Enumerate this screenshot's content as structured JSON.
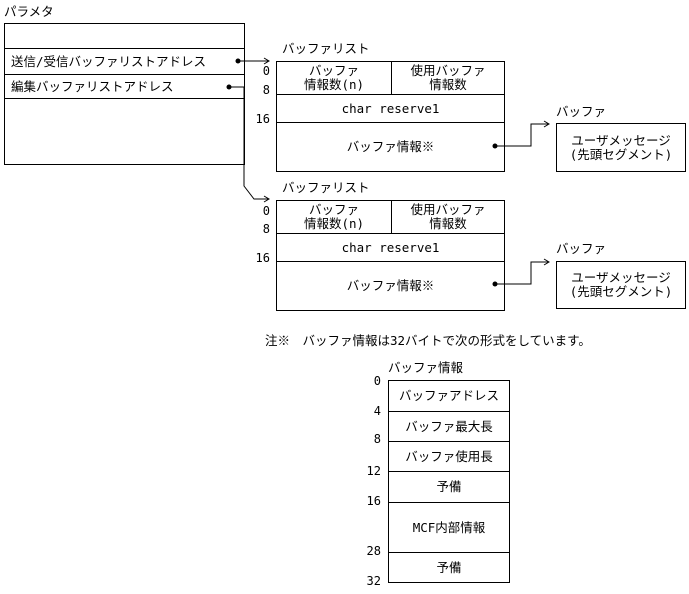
{
  "params": {
    "title": "パラメタ",
    "send_recv_address": "送信/受信バッファリストアドレス",
    "edit_address": "編集バッファリストアドレス"
  },
  "buffer_lists": [
    {
      "title": "バッファリスト",
      "offsets": [
        "0",
        "8",
        "16"
      ],
      "buffer_count_l1": "バッファ",
      "buffer_count_l2": "情報数(n)",
      "used_count_l1": "使用バッファ",
      "used_count_l2": "情報数",
      "reserve": "char reserve1",
      "buffer_info": "バッファ情報※"
    },
    {
      "title": "バッファリスト",
      "offsets": [
        "0",
        "8",
        "16"
      ],
      "buffer_count_l1": "バッファ",
      "buffer_count_l2": "情報数(n)",
      "used_count_l1": "使用バッファ",
      "used_count_l2": "情報数",
      "reserve": "char reserve1",
      "buffer_info": "バッファ情報※"
    }
  ],
  "buffers": [
    {
      "title": "バッファ",
      "line1": "ユーザメッセージ",
      "line2": "(先頭セグメント)"
    },
    {
      "title": "バッファ",
      "line1": "ユーザメッセージ",
      "line2": "(先頭セグメント)"
    }
  ],
  "note": "注※　バッファ情報は32バイトで次の形式をしています。",
  "buffer_info_format": {
    "title": "バッファ情報",
    "offsets": [
      "0",
      "4",
      "8",
      "12",
      "16",
      "28",
      "32"
    ],
    "fields": [
      "バッファアドレス",
      "バッファ最大長",
      "バッファ使用長",
      "予備",
      "MCF内部情報",
      "予備"
    ]
  }
}
